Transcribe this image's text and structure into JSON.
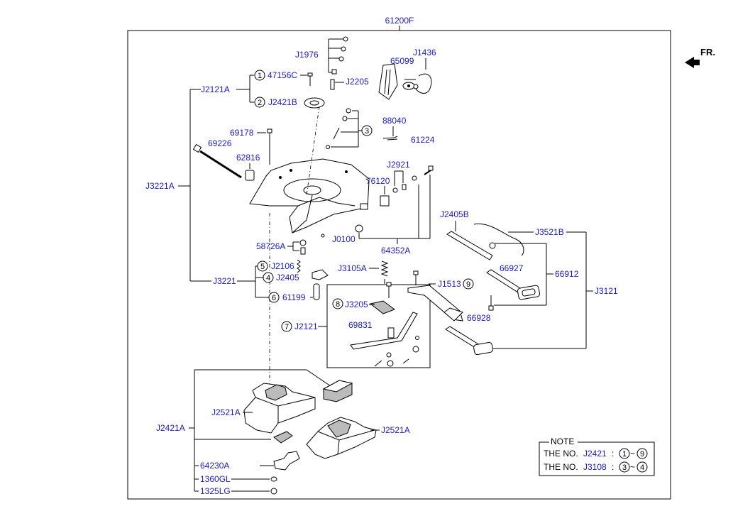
{
  "frame_label": "61200F",
  "direction": "FR.",
  "labels": {
    "J1976": "J1976",
    "L47156C": "47156C",
    "J2121A": "J2121A",
    "J2421B": "J2421B",
    "J2205": "J2205",
    "L65099": "65099",
    "J1436": "J1436",
    "L69178": "69178",
    "L69226": "69226",
    "L62816": "62816",
    "L88040": "88040",
    "L61224": "61224",
    "J3221A": "J3221A",
    "J2921": "J2921",
    "L76120": "76120",
    "J0100": "J0100",
    "L64352A": "64352A",
    "L58726A": "58726A",
    "J2106": "J2106",
    "J2405": "J2405",
    "J3221": "J3221",
    "L61199": "61199",
    "J3105A": "J3105A",
    "J1513": "J1513",
    "J2405B": "J2405B",
    "J3521B": "J3521B",
    "L66927": "66927",
    "L66912": "66912",
    "J3121": "J3121",
    "J3205": "J3205",
    "L66928": "66928",
    "J2121": "J2121",
    "L69831": "69831",
    "J2521A_1": "J2521A",
    "J2521A_2": "J2521A",
    "J2421A": "J2421A",
    "L64230A": "64230A",
    "L1360GL": "1360GL",
    "L1325LG": "1325LG"
  },
  "callouts": {
    "c1": "1",
    "c2": "2",
    "c3": "3",
    "c4": "4",
    "c5": "5",
    "c6": "6",
    "c7": "7",
    "c8": "8",
    "c9": "9"
  },
  "note": {
    "title": "NOTE",
    "row1_prefix": "THE NO.",
    "row1_code": "J2421",
    "row1_sep": ":",
    "row1_from": "1",
    "row1_tilde": "~",
    "row1_to": "9",
    "row2_prefix": "THE NO.",
    "row2_code": "J3108",
    "row2_sep": ":",
    "row2_from": "3",
    "row2_tilde": "~",
    "row2_to": "4"
  }
}
